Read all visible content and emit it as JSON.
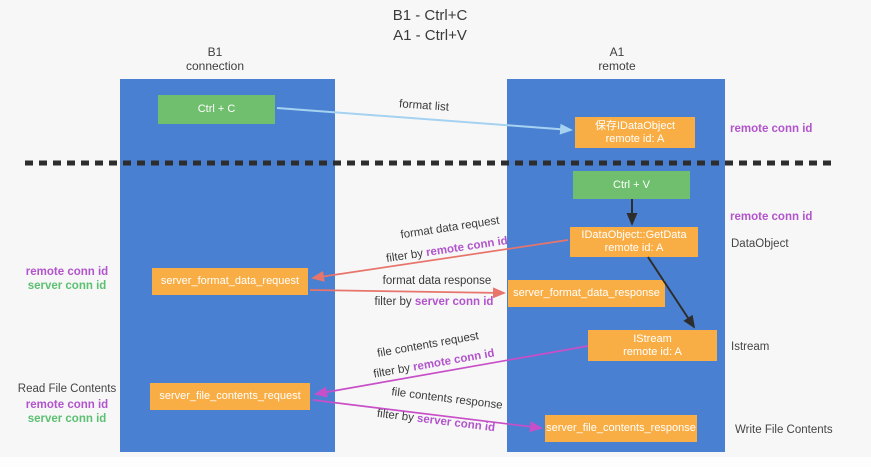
{
  "title": {
    "line1": "B1 - Ctrl+C",
    "line2": "A1 - Ctrl+V"
  },
  "lanes": {
    "left": {
      "name": "B1",
      "role": "connection"
    },
    "right": {
      "name": "A1",
      "role": "remote"
    }
  },
  "boxes": {
    "ctrl_c": {
      "label": "Ctrl + C"
    },
    "save_idataobject": {
      "line1": "保存IDataObject",
      "line2": "remote id: A"
    },
    "ctrl_v": {
      "label": "Ctrl + V"
    },
    "getdata": {
      "line1": "IDataObject::GetData",
      "line2": "remote id: A"
    },
    "format_request": {
      "label": "server_format_data_request"
    },
    "format_response": {
      "label": "server_format_data_response"
    },
    "istream": {
      "line1": "IStream",
      "line2": "remote id: A"
    },
    "file_request": {
      "label": "server_file_contents_request"
    },
    "file_response": {
      "label": "server_file_contents_response"
    }
  },
  "arrow_labels": {
    "format_list": "format list",
    "format_request_line": "format data request",
    "format_request_filter_prefix": "filter by ",
    "format_request_filter_key": "remote conn id",
    "format_response_line": "format data response",
    "format_response_filter_prefix": "filter by ",
    "format_response_filter_key": "server conn id",
    "file_request_line": "file contents request",
    "file_request_filter_prefix": "filter by ",
    "file_request_filter_key": "remote conn id",
    "file_response_line": "file contents response",
    "file_response_filter_prefix": "filter by ",
    "file_response_filter_key": "server conn id"
  },
  "side_labels": {
    "right_remote_conn_id_top": "remote conn id",
    "right_remote_conn_id_mid": "remote conn id",
    "right_dataobject": "DataObject",
    "right_istream": "Istream",
    "right_write_file_contents": "Write File Contents",
    "left_remote_conn_id_top": "remote conn id",
    "left_server_conn_id_top": "server conn id",
    "left_read_file_contents": "Read File Contents",
    "left_remote_conn_id_bottom": "remote conn id",
    "left_server_conn_id_bottom": "server conn id"
  },
  "colors": {
    "lane_blue": "#4a80d2",
    "box_green": "#70bf6e",
    "box_orange": "#f9ae45",
    "purple_label": "#b254cb",
    "green_label": "#5cc071",
    "salmon_arrow": "#e8756b",
    "magenta_arrow": "#c84fc8",
    "light_blue_arrow": "#a5d2f0",
    "black_arrow": "#2d2d2d",
    "background": "#f7f7f8"
  }
}
